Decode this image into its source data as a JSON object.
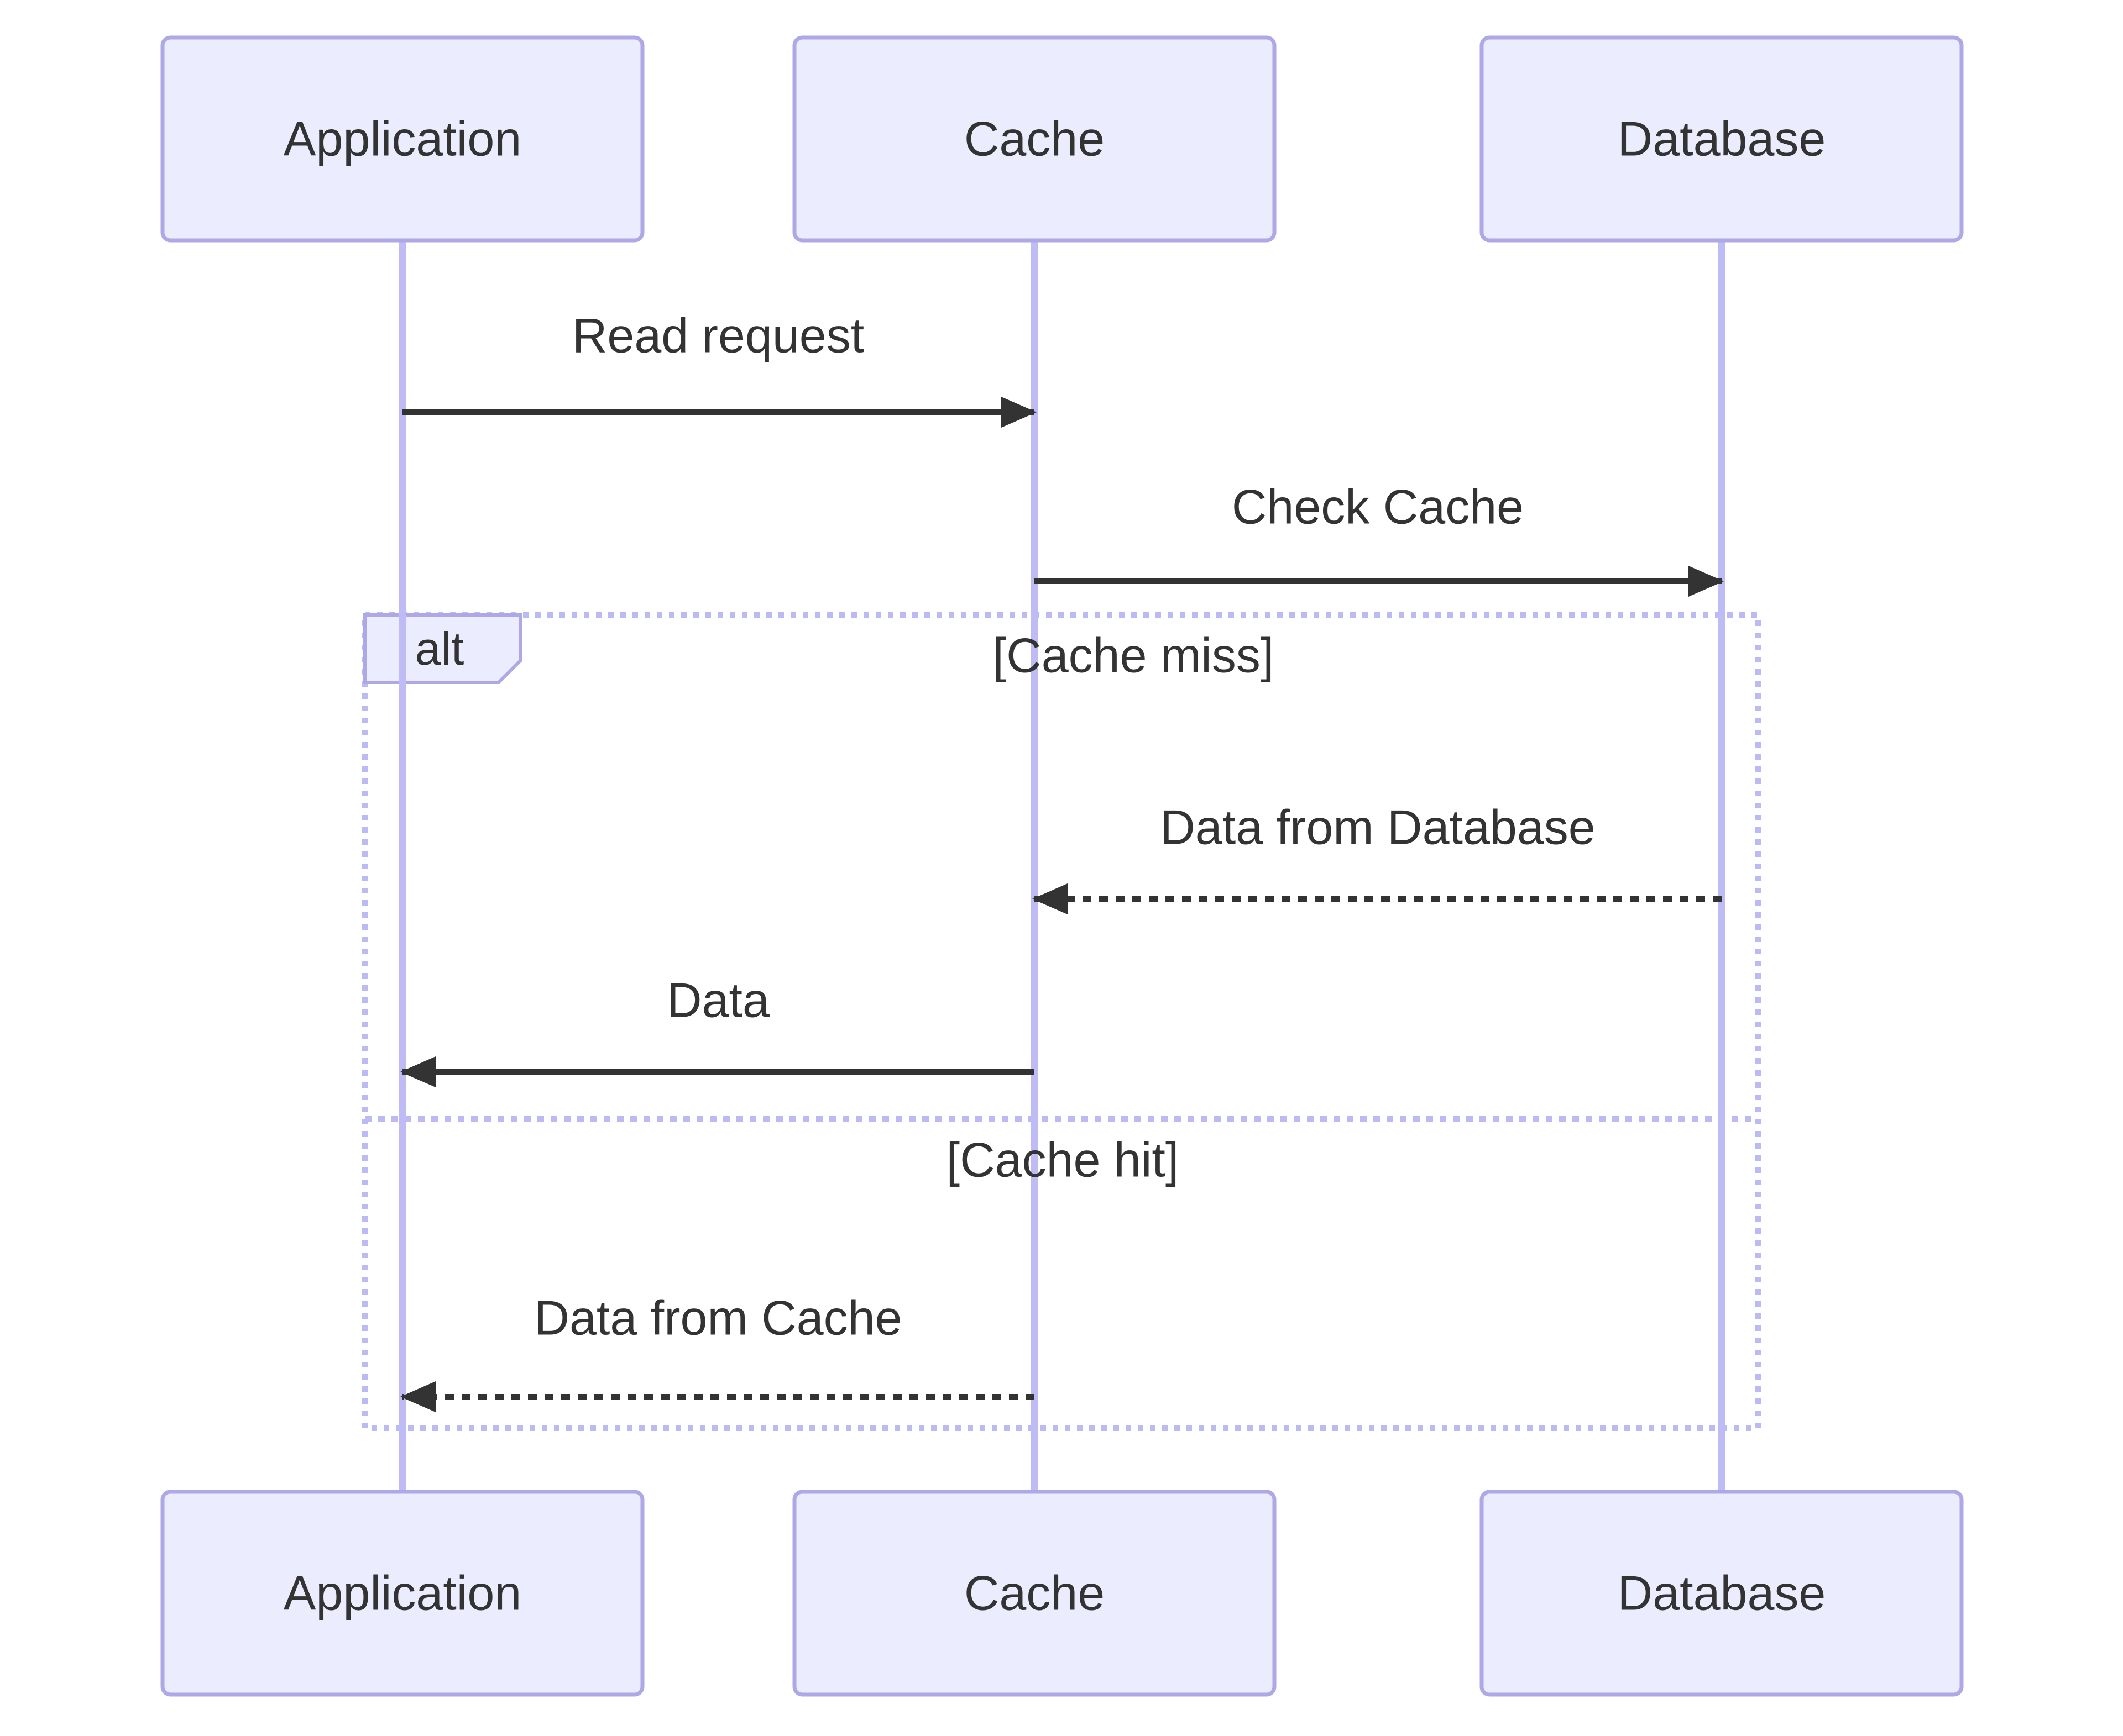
{
  "diagram_type": "sequence",
  "actors": [
    {
      "id": "application",
      "label": "Application"
    },
    {
      "id": "cache",
      "label": "Cache"
    },
    {
      "id": "database",
      "label": "Database"
    }
  ],
  "messages": [
    {
      "label": "Read request",
      "from": "application",
      "to": "cache",
      "line": "solid",
      "section": null
    },
    {
      "label": "Check Cache",
      "from": "cache",
      "to": "database",
      "line": "solid",
      "section": null
    },
    {
      "label": "Data from Database",
      "from": "database",
      "to": "cache",
      "line": "dashed",
      "section": "cache_miss"
    },
    {
      "label": "Data",
      "from": "cache",
      "to": "application",
      "line": "solid",
      "section": "cache_miss"
    },
    {
      "label": "Data from Cache",
      "from": "cache",
      "to": "application",
      "line": "dashed",
      "section": "cache_hit"
    }
  ],
  "alt_block": {
    "operator": "alt",
    "sections": [
      {
        "id": "cache_miss",
        "condition": "[Cache miss]"
      },
      {
        "id": "cache_hit",
        "condition": "[Cache hit]"
      }
    ]
  },
  "colors": {
    "background": "#ffffff",
    "actor_fill": "#ececff",
    "actor_border": "#aea9e6",
    "lifeline": "#bfbcf5",
    "frame_border": "#bcbaf2",
    "text": "#333333",
    "arrow": "#333333"
  }
}
